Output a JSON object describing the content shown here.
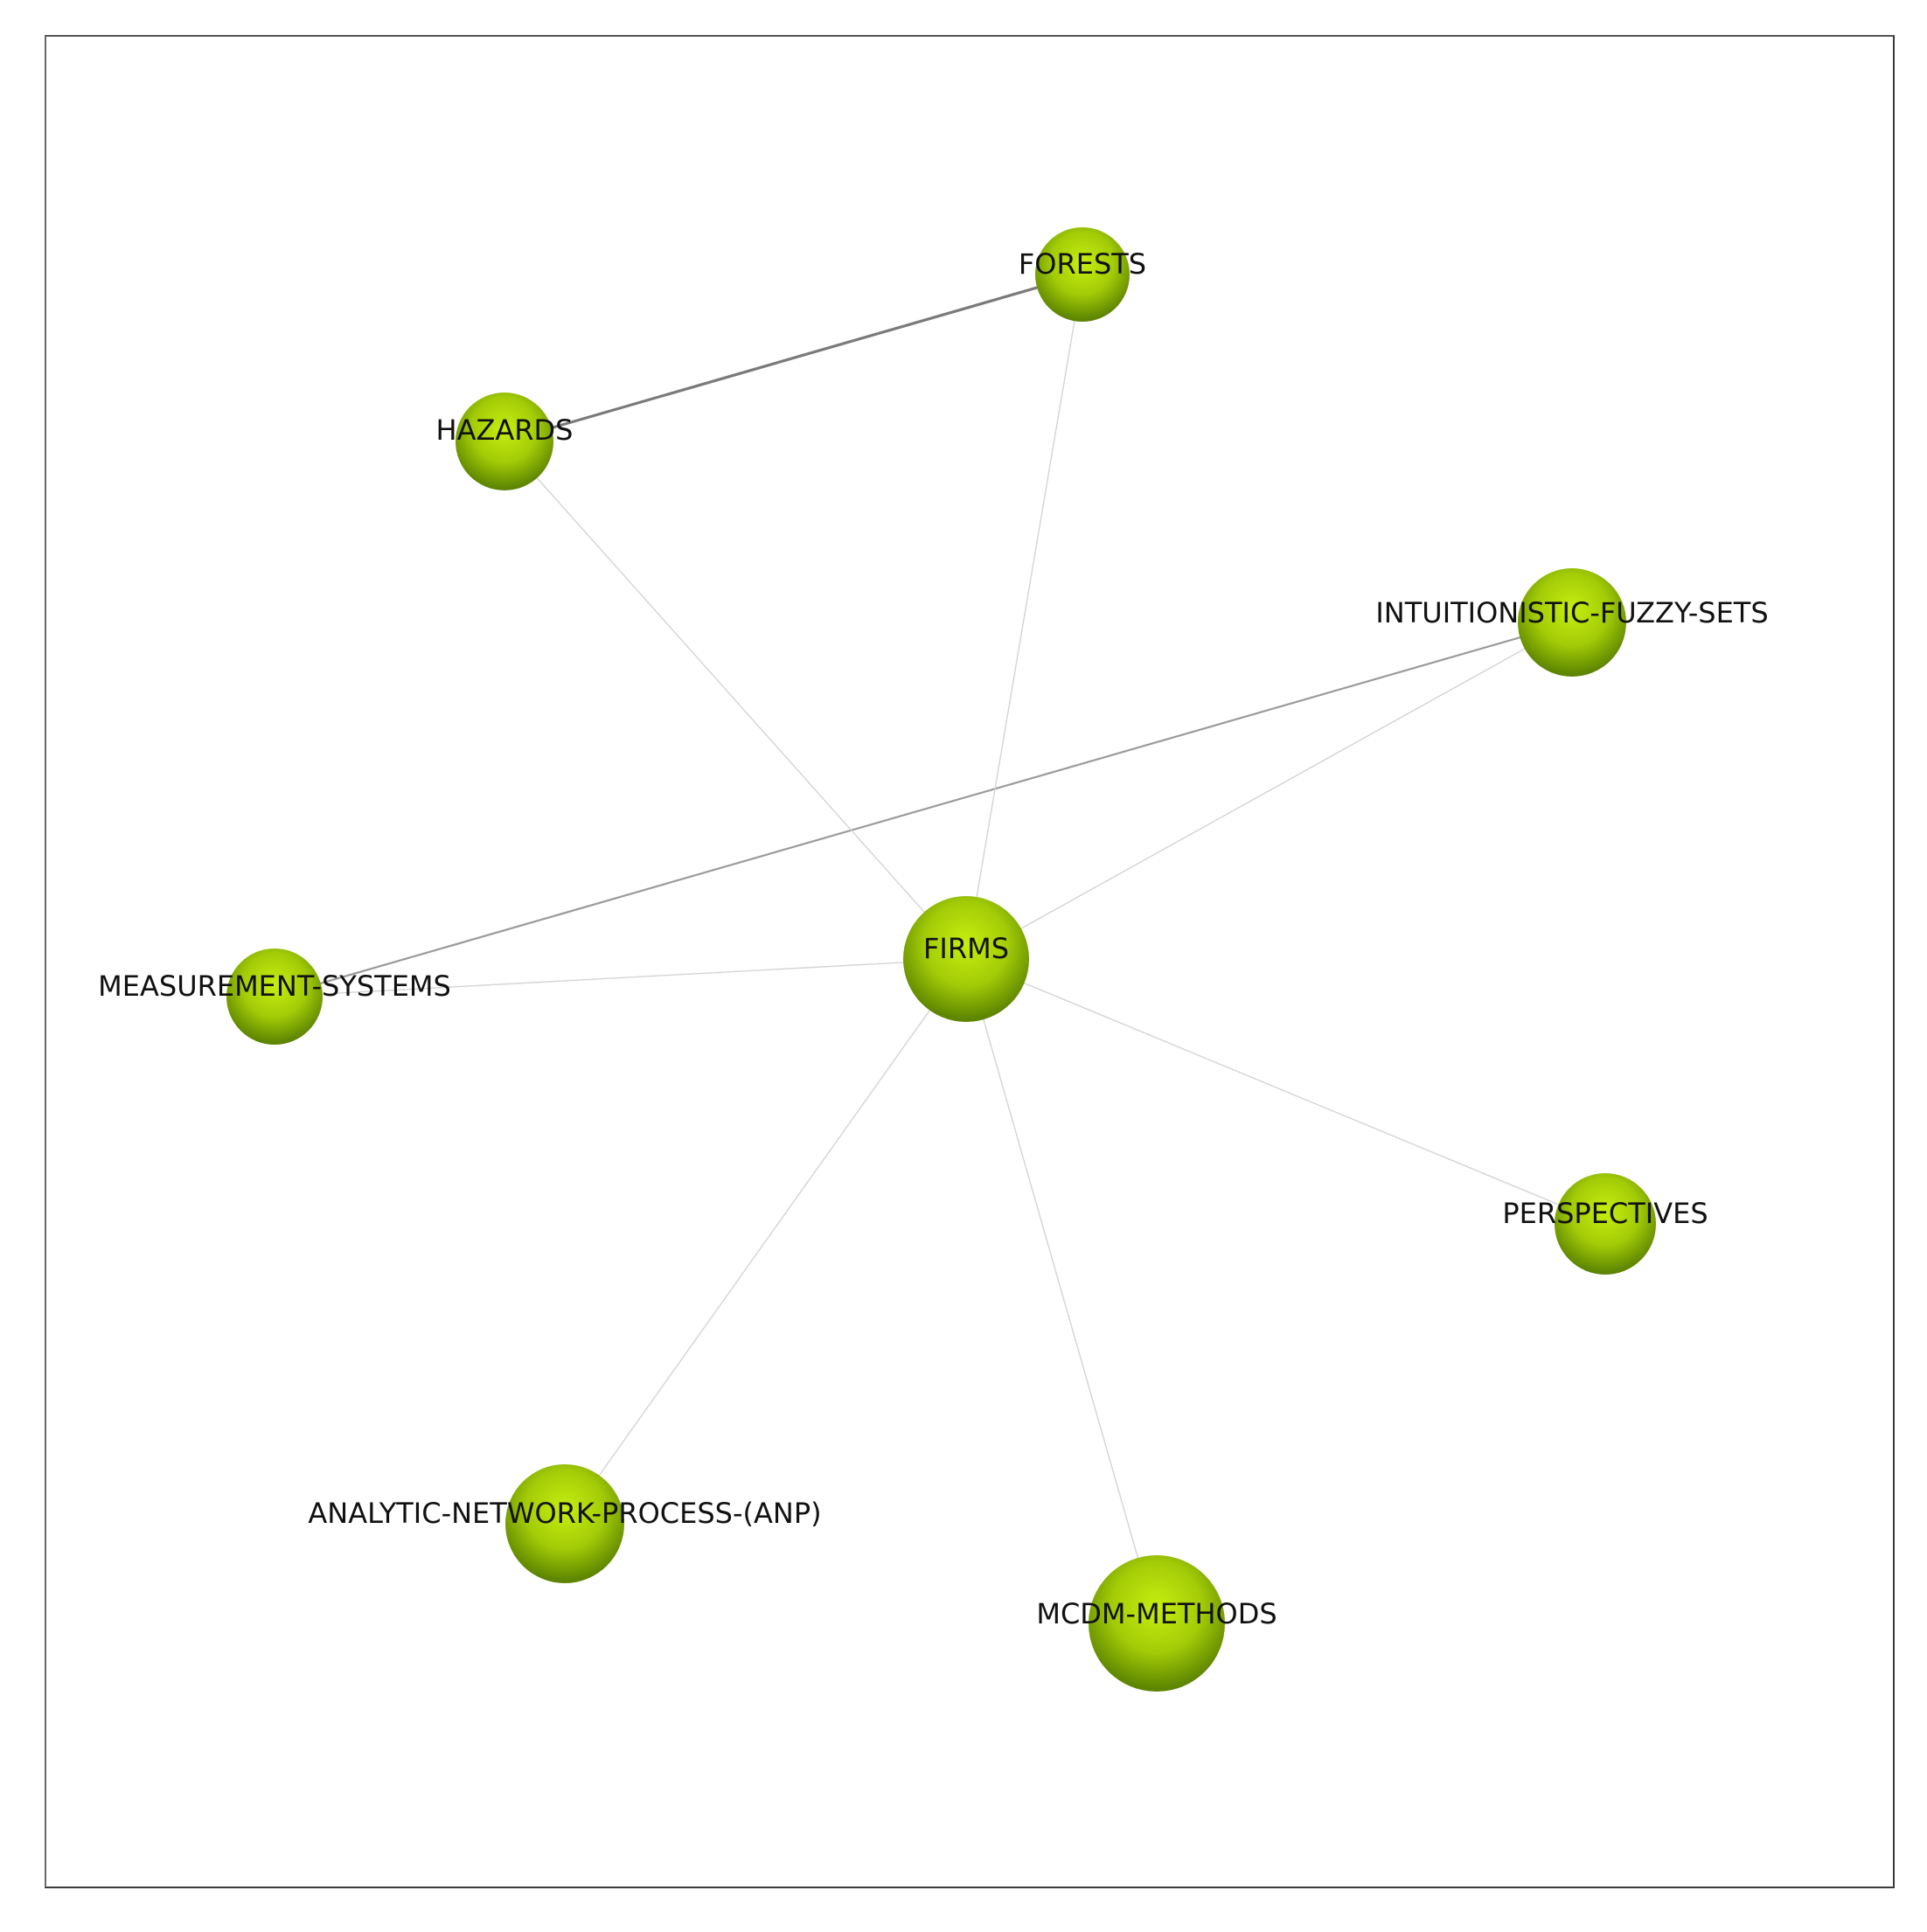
{
  "diagram": {
    "type": "network",
    "node_color": "#a3cc07",
    "node_shadow_color": "#5d8500",
    "nodes": [
      {
        "id": "forests",
        "label": "FORESTS"
      },
      {
        "id": "hazards",
        "label": "HAZARDS"
      },
      {
        "id": "intuitionistic",
        "label": "INTUITIONISTIC-FUZZY-SETS"
      },
      {
        "id": "firms",
        "label": "FIRMS"
      },
      {
        "id": "measurement",
        "label": "MEASUREMENT-SYSTEMS"
      },
      {
        "id": "perspectives",
        "label": "PERSPECTIVES"
      },
      {
        "id": "anp",
        "label": "ANALYTIC-NETWORK-PROCESS-(ANP)"
      },
      {
        "id": "mcdm",
        "label": "MCDM-METHODS"
      }
    ],
    "edges": [
      {
        "from": "hazards",
        "to": "forests",
        "strength": "strong"
      },
      {
        "from": "measurement",
        "to": "intuitionistic",
        "strength": "medium"
      },
      {
        "from": "firms",
        "to": "forests",
        "strength": "weak"
      },
      {
        "from": "firms",
        "to": "hazards",
        "strength": "weak"
      },
      {
        "from": "firms",
        "to": "intuitionistic",
        "strength": "weak"
      },
      {
        "from": "firms",
        "to": "measurement",
        "strength": "weak"
      },
      {
        "from": "firms",
        "to": "perspectives",
        "strength": "weak"
      },
      {
        "from": "firms",
        "to": "anp",
        "strength": "weak"
      },
      {
        "from": "firms",
        "to": "mcdm",
        "strength": "weak"
      }
    ]
  }
}
